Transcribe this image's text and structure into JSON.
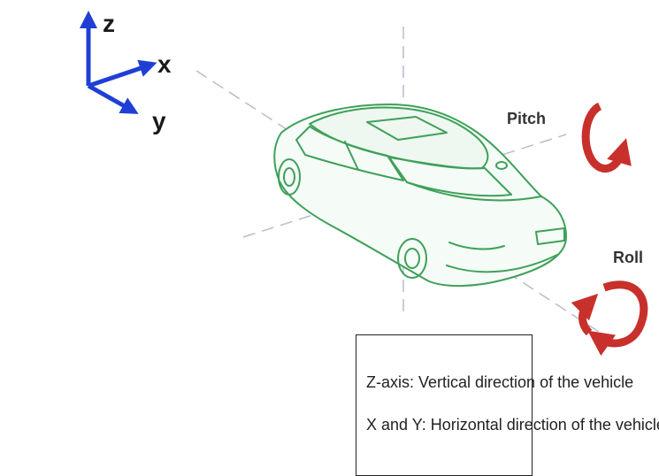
{
  "axes": {
    "z_label": "z",
    "x_label": "x",
    "y_label": "y",
    "arrow_color": "#1f3fd4"
  },
  "rotations": {
    "pitch_label": "Pitch",
    "roll_label": "Roll",
    "arrow_color": "#c8302b"
  },
  "vehicle": {
    "outline_color": "#3fa05a",
    "icon": "car-illustration"
  },
  "legend": {
    "line1": "Z-axis: Vertical direction of the vehicle",
    "line2": "X and Y: Horizontal direction of the vehicle"
  }
}
